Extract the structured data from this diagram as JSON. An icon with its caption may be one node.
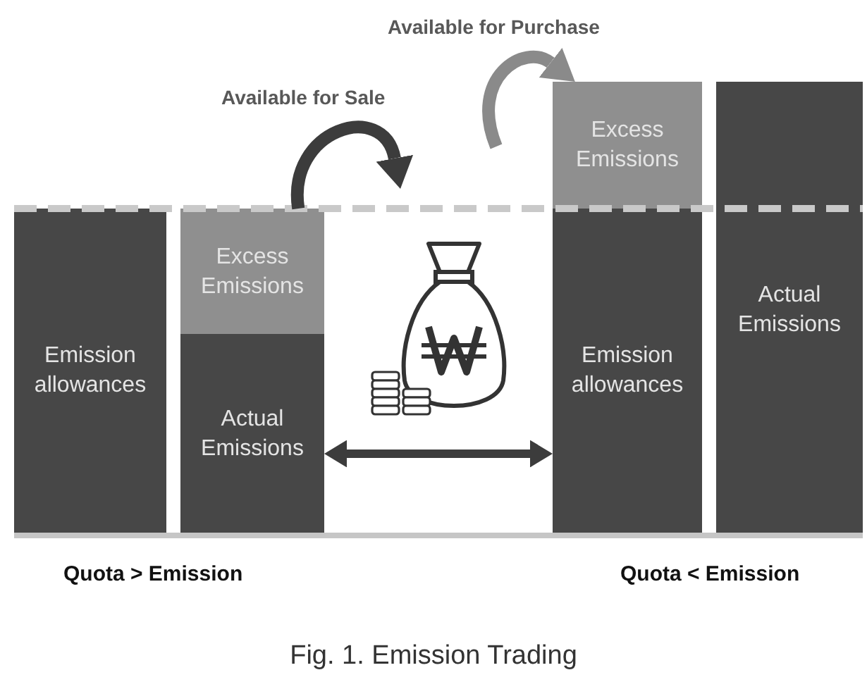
{
  "diagram": {
    "caption": "Fig. 1. Emission Trading",
    "nodes": [
      {
        "text": [
          "Emission allowances"
        ]
      },
      {
        "text": [
          "Excess Emissions"
        ]
      },
      {
        "text": [
          "Actual Emissions"
        ]
      },
      {
        "text": [
          "Excess Emissions"
        ]
      },
      {
        "text": [
          "Emission allowances"
        ]
      },
      {
        "text": [
          "Actual Emissions"
        ]
      }
    ],
    "edges": [
      {
        "from": 1,
        "to": null,
        "arrow": "to",
        "label": "Available for Sale"
      },
      {
        "from": null,
        "to": 3,
        "arrow": "to",
        "label": "Available for Purchase",
        "color": "#8a8a8a"
      },
      {
        "from": 2,
        "to": 4,
        "arrow": "both"
      }
    ],
    "labels": [
      "Quota > Emission",
      "Quota < Emission"
    ]
  }
}
